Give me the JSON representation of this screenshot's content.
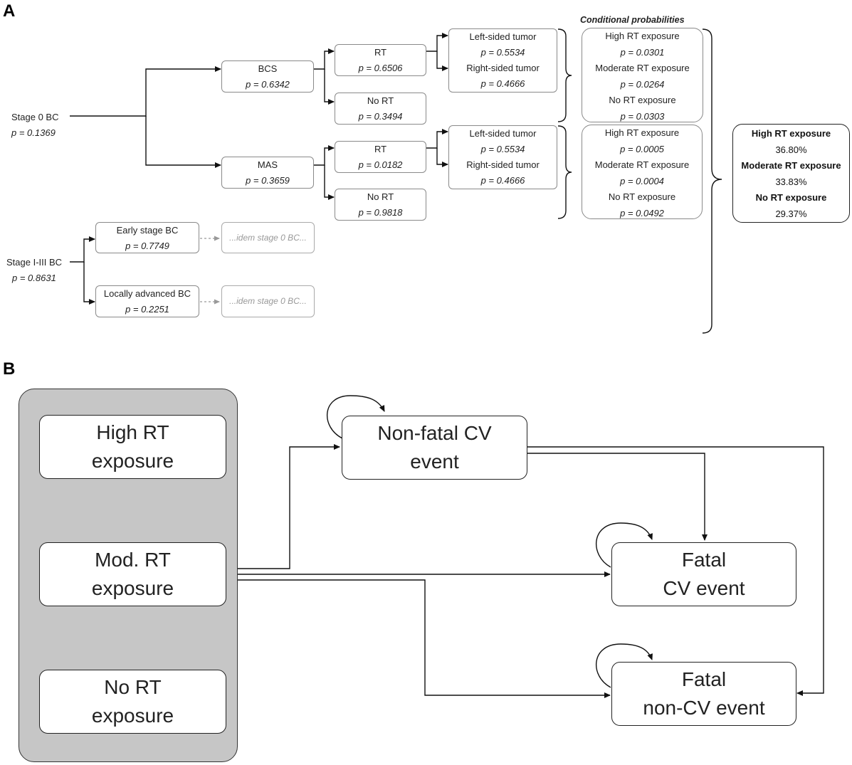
{
  "panel_a": {
    "letter": "A",
    "stage0": {
      "label": "Stage 0 BC",
      "p": "p = 0.1369"
    },
    "bcs": {
      "label": "BCS",
      "p": "p = 0.6342"
    },
    "mas": {
      "label": "MAS",
      "p": "p = 0.3659"
    },
    "bcs_rt": {
      "label": "RT",
      "p": "p = 0.6506"
    },
    "bcs_nort": {
      "label": "No RT",
      "p": "p = 0.3494"
    },
    "mas_rt": {
      "label": "RT",
      "p": "p = 0.0182"
    },
    "mas_nort": {
      "label": "No RT",
      "p": "p = 0.9818"
    },
    "bcs_side": {
      "left_label": "Left-sided tumor",
      "left_p": "p = 0.5534",
      "right_label": "Right-sided tumor",
      "right_p": "p = 0.4666"
    },
    "mas_side": {
      "left_label": "Left-sided tumor",
      "left_p": "p = 0.5534",
      "right_label": "Right-sided tumor",
      "right_p": "p = 0.4666"
    },
    "cond_title": "Conditional probabilities",
    "cond_bcs": {
      "high_label": "High RT exposure",
      "high_p": "p = 0.0301",
      "mod_label": "Moderate RT exposure",
      "mod_p": "p = 0.0264",
      "no_label": "No RT exposure",
      "no_p": "p = 0.0303"
    },
    "cond_mas": {
      "high_label": "High RT exposure",
      "high_p": "p = 0.0005",
      "mod_label": "Moderate RT exposure",
      "mod_p": "p = 0.0004",
      "no_label": "No RT exposure",
      "no_p": "p = 0.0492"
    },
    "final": {
      "high_label": "High RT exposure",
      "high_value": "36.80%",
      "mod_label": "Moderate RT exposure",
      "mod_value": "33.83%",
      "no_label": "No RT exposure",
      "no_value": "29.37%"
    },
    "stage13": {
      "label": "Stage I-III BC",
      "p": "p = 0.8631"
    },
    "early": {
      "label": "Early stage BC",
      "p": "p = 0.7749",
      "idem": "...idem stage 0 BC..."
    },
    "local": {
      "label": "Locally advanced BC",
      "p": "p = 0.2251",
      "idem": "...idem stage 0 BC..."
    }
  },
  "panel_b": {
    "letter": "B",
    "high": {
      "line1": "High RT",
      "line2": "exposure"
    },
    "mod": {
      "line1": "Mod. RT",
      "line2": "exposure"
    },
    "nort": {
      "line1": "No RT",
      "line2": "exposure"
    },
    "nonfatal": {
      "line1": "Non-fatal CV",
      "line2": "event"
    },
    "fatalcv": {
      "line1": "Fatal",
      "line2": "CV event"
    },
    "fatalnoncv": {
      "line1": "Fatal",
      "line2": "non-CV event"
    }
  }
}
